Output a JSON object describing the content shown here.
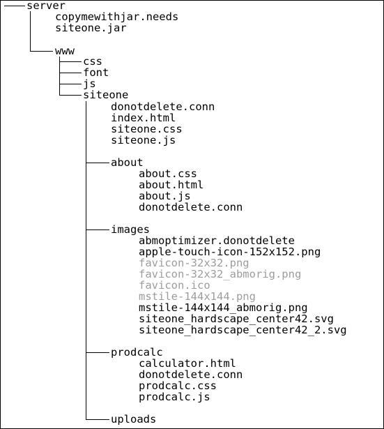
{
  "tree": {
    "root": {
      "label": "server",
      "files": [
        "copymewithjar.needs",
        "siteone.jar"
      ],
      "www": {
        "label": "www",
        "dirs": [
          "css",
          "font",
          "js"
        ],
        "siteone": {
          "label": "siteone",
          "files": [
            "donotdelete.conn",
            "index.html",
            "siteone.css",
            "siteone.js"
          ],
          "about": {
            "label": "about",
            "files": [
              "about.css",
              "about.html",
              "about.js",
              "donotdelete.conn"
            ]
          },
          "images": {
            "label": "images",
            "files": [
              "abmoptimizer.donotdelete",
              "apple-touch-icon-152x152.png",
              "favicon-32x32.png",
              "favicon-32x32_abmorig.png",
              "favicon.ico",
              "mstile-144x144.png",
              "mstile-144x144_abmorig.png",
              "siteone_hardscape_center42.svg",
              "siteone_hardscape_center42_2.svg"
            ]
          },
          "prodcalc": {
            "label": "prodcalc",
            "files": [
              "calculator.html",
              "donotdelete.conn",
              "prodcalc.css",
              "prodcalc.js"
            ]
          },
          "uploads": {
            "label": "uploads"
          }
        }
      }
    }
  },
  "styles": {
    "line_color": "#000000",
    "text_color": "#000000",
    "faded_text_color": "#9c9c9c",
    "background": "#ffffff"
  }
}
